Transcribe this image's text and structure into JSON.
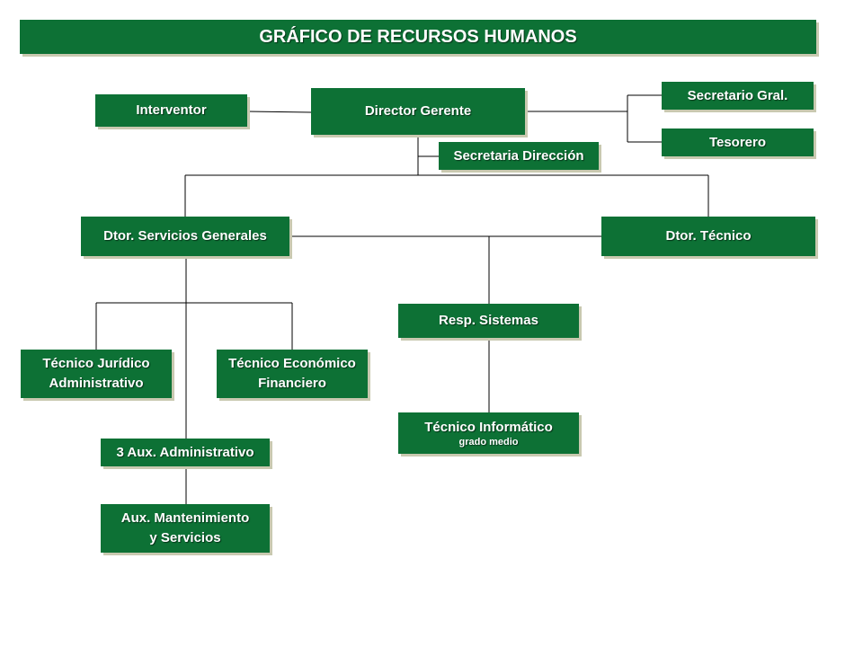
{
  "title": "GRÁFICO DE RECURSOS HUMANOS",
  "colors": {
    "box": "#0d7135",
    "text": "#ffffff",
    "shadow": "#c9c9b0",
    "line": "#000000"
  },
  "nodes": {
    "interventor": {
      "line1": "Interventor"
    },
    "director_gerente": {
      "line1": "Director Gerente"
    },
    "secretario_gral": {
      "line1": "Secretario Gral."
    },
    "tesorero": {
      "line1": "Tesorero"
    },
    "secretaria_direccion": {
      "line1": "Secretaria Dirección"
    },
    "dtor_servicios_generales": {
      "line1": "Dtor. Servicios Generales"
    },
    "dtor_tecnico": {
      "line1": "Dtor. Técnico"
    },
    "resp_sistemas": {
      "line1": "Resp. Sistemas"
    },
    "tecnico_juridico": {
      "line1": "Técnico Jurídico",
      "line2": "Administrativo"
    },
    "tecnico_economico": {
      "line1": "Técnico Económico",
      "line2": "Financiero"
    },
    "tecnico_informatico": {
      "line1": "Técnico Informático",
      "sub": "grado medio"
    },
    "aux_administrativo": {
      "line1": "3 Aux. Administrativo"
    },
    "aux_mantenimiento": {
      "line1": "Aux. Mantenimiento",
      "line2": "y Servicios"
    }
  }
}
